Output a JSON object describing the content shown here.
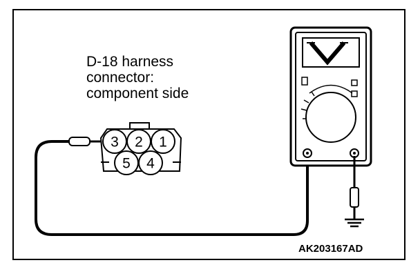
{
  "connector": {
    "label_lines": [
      "D-18 harness",
      "connector:",
      "component side"
    ],
    "pins": [
      "3",
      "2",
      "1",
      "5",
      "4"
    ]
  },
  "meter": {
    "mode_symbol": "V"
  },
  "reference_code": "AK203167AD",
  "colors": {
    "line": "#000000",
    "background": "#ffffff"
  },
  "icons": [
    "multimeter-icon",
    "ground-symbol-icon",
    "probe-icon"
  ]
}
